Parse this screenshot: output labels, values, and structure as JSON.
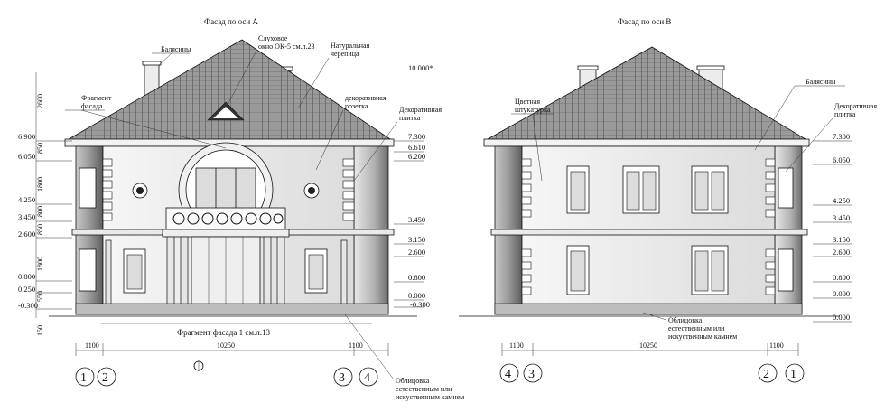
{
  "facade_a": {
    "title": "Фасад по оси А",
    "labels": {
      "balusters": "Балясины",
      "dormer_1": "Слуховое",
      "dormer_2": "окно ОК-5 см.л.23",
      "tile_1": "Натуральная",
      "tile_2": "черепица",
      "fragment_1": "Фрагмент",
      "fragment_2": "фасада",
      "rosette_1": "декоративная",
      "rosette_2": "розетка",
      "plate_1": "Декоративная",
      "plate_2": "плитка",
      "caption": "Фрагмент фасада  1 см.л.13",
      "cladding_1": "Облицовка",
      "cladding_2": "естественным или",
      "cladding_3": "искуственным камнем"
    },
    "top_level": "10.000*",
    "left_levels": [
      "6.900",
      "6.050",
      "4.250",
      "3.450",
      "2.600",
      "0.800",
      "0.250",
      "-0.300"
    ],
    "right_levels": [
      "7.300",
      "6.610",
      "6.200",
      "3.450",
      "3.150",
      "2.600",
      "0.800",
      "0.000",
      "-0.300"
    ],
    "vertical_dims": [
      "2600",
      "850",
      "1800",
      "800",
      "850",
      "1800",
      "550",
      "150"
    ],
    "horizontal_dims": [
      "1100",
      "10250",
      "1100"
    ],
    "axes": [
      "1",
      "2",
      "3",
      "4"
    ]
  },
  "facade_b": {
    "title": "Фасад по оси В",
    "labels": {
      "stucco_1": "Цветная",
      "stucco_2": "штукатурка",
      "balusters": "Балясины",
      "plate_1": "Декоративная",
      "plate_2": "плитка",
      "cladding_1": "Облицовка",
      "cladding_2": "естественным или",
      "cladding_3": "искуственным камнем"
    },
    "right_levels": [
      "7.300",
      "6.050",
      "4.250",
      "3.450",
      "3.150",
      "2.600",
      "0.800",
      "0.000",
      "0.000"
    ],
    "horizontal_dims": [
      "1100",
      "10250",
      "1100"
    ],
    "axes": [
      "4",
      "3",
      "2",
      "1"
    ]
  }
}
